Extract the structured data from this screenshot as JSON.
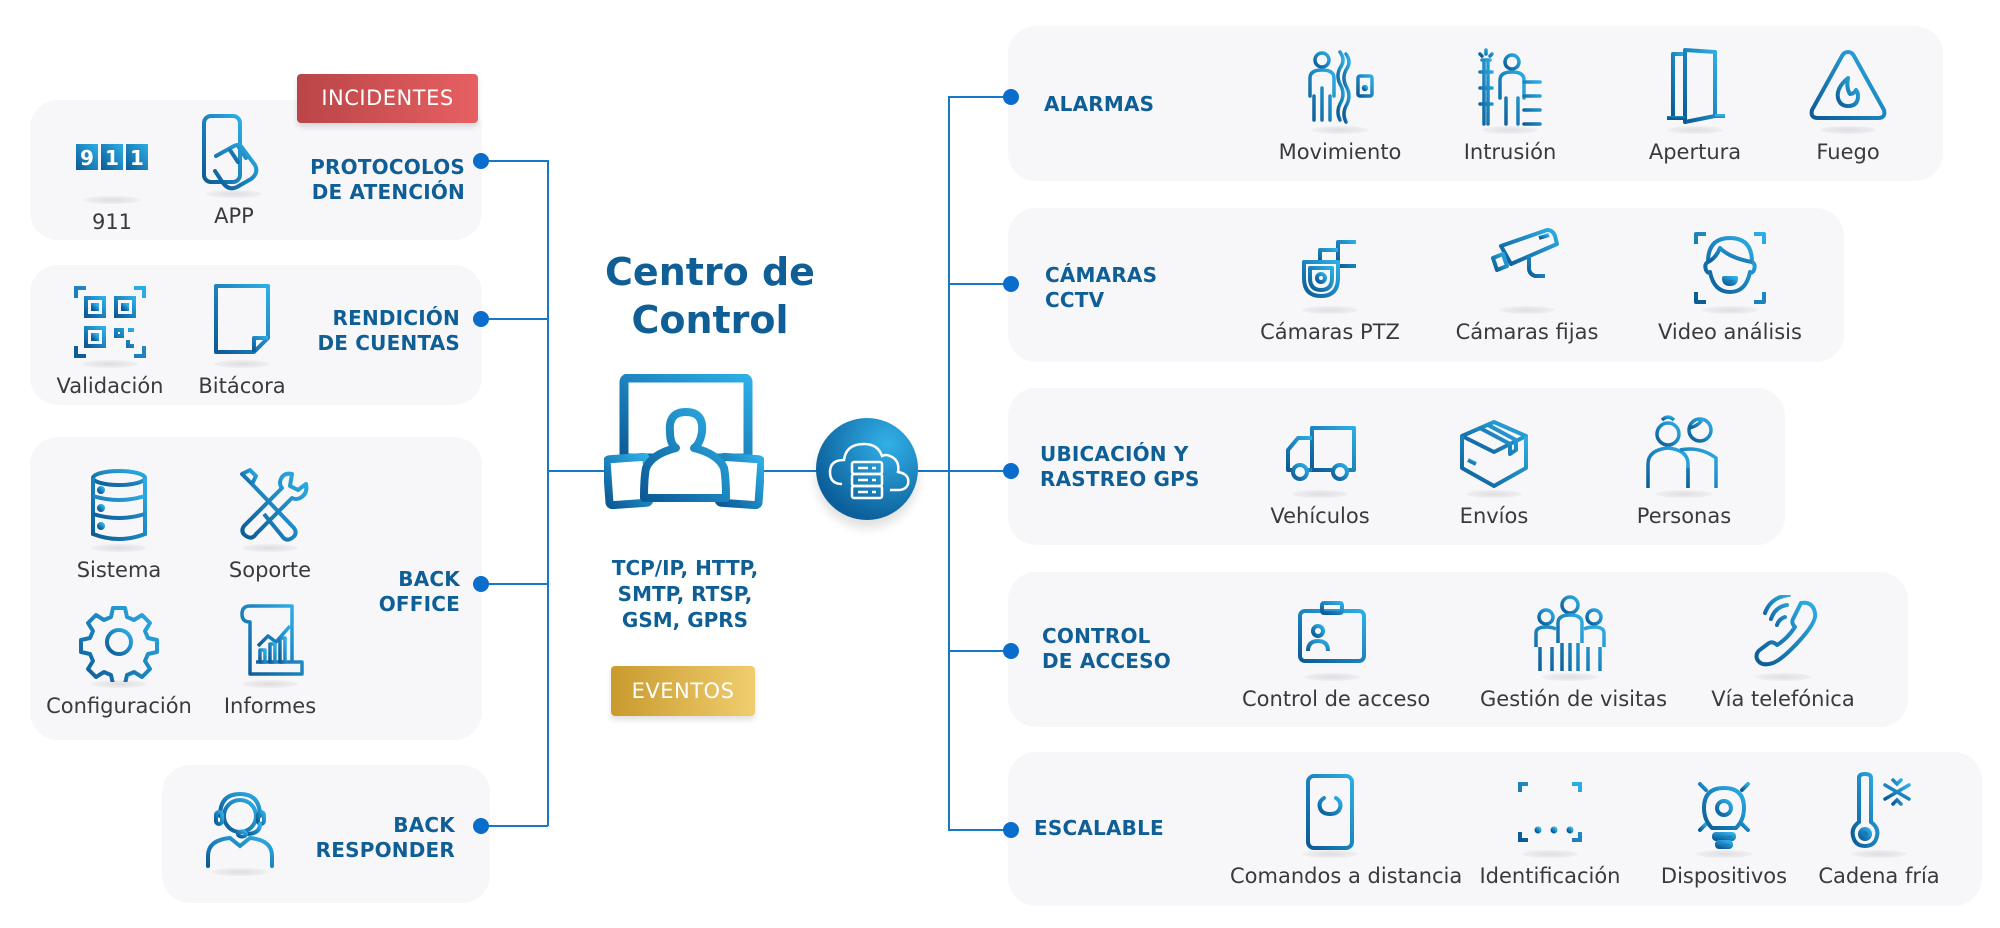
{
  "center": {
    "title_line1": "Centro de",
    "title_line2": "Control",
    "protocols": [
      "TCP/IP, HTTP,",
      "SMTP, RTSP,",
      "GSM, GPRS"
    ],
    "events_badge": "EVENTOS",
    "icons": {
      "monitor": "control-center-monitor-icon",
      "hub": "cloud-server-icon"
    }
  },
  "left": {
    "incidents_badge": "INCIDENTES",
    "groups": [
      {
        "label": [
          "PROTOCOLOS",
          "DE ATENCIÓN"
        ],
        "items": [
          {
            "label": "911",
            "icon": "911-icon"
          },
          {
            "label": "APP",
            "icon": "phone-tap-icon"
          }
        ]
      },
      {
        "label": [
          "RENDICIÓN",
          "DE CUENTAS"
        ],
        "items": [
          {
            "label": "Validación",
            "icon": "qr-code-icon"
          },
          {
            "label": "Bitácora",
            "icon": "document-icon"
          }
        ]
      },
      {
        "label": [
          "BACK",
          "OFFICE"
        ],
        "items": [
          {
            "label": "Sistema",
            "icon": "database-icon"
          },
          {
            "label": "Soporte",
            "icon": "tools-icon"
          },
          {
            "label": "Configuración",
            "icon": "gear-icon"
          },
          {
            "label": "Informes",
            "icon": "report-chart-icon"
          }
        ]
      },
      {
        "label": [
          "BACK",
          "RESPONDER"
        ],
        "items": [
          {
            "label": "",
            "icon": "headset-operator-icon"
          }
        ]
      }
    ]
  },
  "right": {
    "groups": [
      {
        "label": [
          "ALARMAS"
        ],
        "items": [
          {
            "label": "Movimiento",
            "icon": "motion-sensor-icon"
          },
          {
            "label": "Intrusión",
            "icon": "intrusion-icon"
          },
          {
            "label": "Apertura",
            "icon": "door-icon"
          },
          {
            "label": "Fuego",
            "icon": "fire-warning-icon"
          }
        ]
      },
      {
        "label": [
          "CÁMARAS",
          "CCTV"
        ],
        "items": [
          {
            "label": "Cámaras PTZ",
            "icon": "ptz-camera-icon"
          },
          {
            "label": "Cámaras fijas",
            "icon": "fixed-camera-icon"
          },
          {
            "label": "Video análisis",
            "icon": "face-scan-icon"
          }
        ]
      },
      {
        "label": [
          "UBICACIÓN Y",
          "RASTREO GPS"
        ],
        "items": [
          {
            "label": "Vehículos",
            "icon": "truck-icon"
          },
          {
            "label": "Envíos",
            "icon": "package-icon"
          },
          {
            "label": "Personas",
            "icon": "people-icon"
          }
        ]
      },
      {
        "label": [
          "CONTROL",
          "DE ACCESO"
        ],
        "items": [
          {
            "label": "Control de acceso",
            "icon": "id-badge-icon"
          },
          {
            "label": "Gestión de visitas",
            "icon": "group-icon"
          },
          {
            "label": "Vía telefónica",
            "icon": "phone-call-icon"
          }
        ]
      },
      {
        "label": [
          "ESCALABLE"
        ],
        "items": [
          {
            "label": "Comandos a distancia",
            "icon": "remote-power-icon"
          },
          {
            "label": "Identificación",
            "icon": "barcode-scan-icon"
          },
          {
            "label": "Dispositivos",
            "icon": "smart-bulb-icon"
          },
          {
            "label": "Cadena fría",
            "icon": "cold-chain-icon"
          }
        ]
      }
    ]
  },
  "colors": {
    "label": "#0f5f96",
    "connector": "#1778c8",
    "dot": "#0a6ccb",
    "box": "#f7f7fa",
    "incidents": "#d9534f",
    "events": "#e0b04a"
  }
}
